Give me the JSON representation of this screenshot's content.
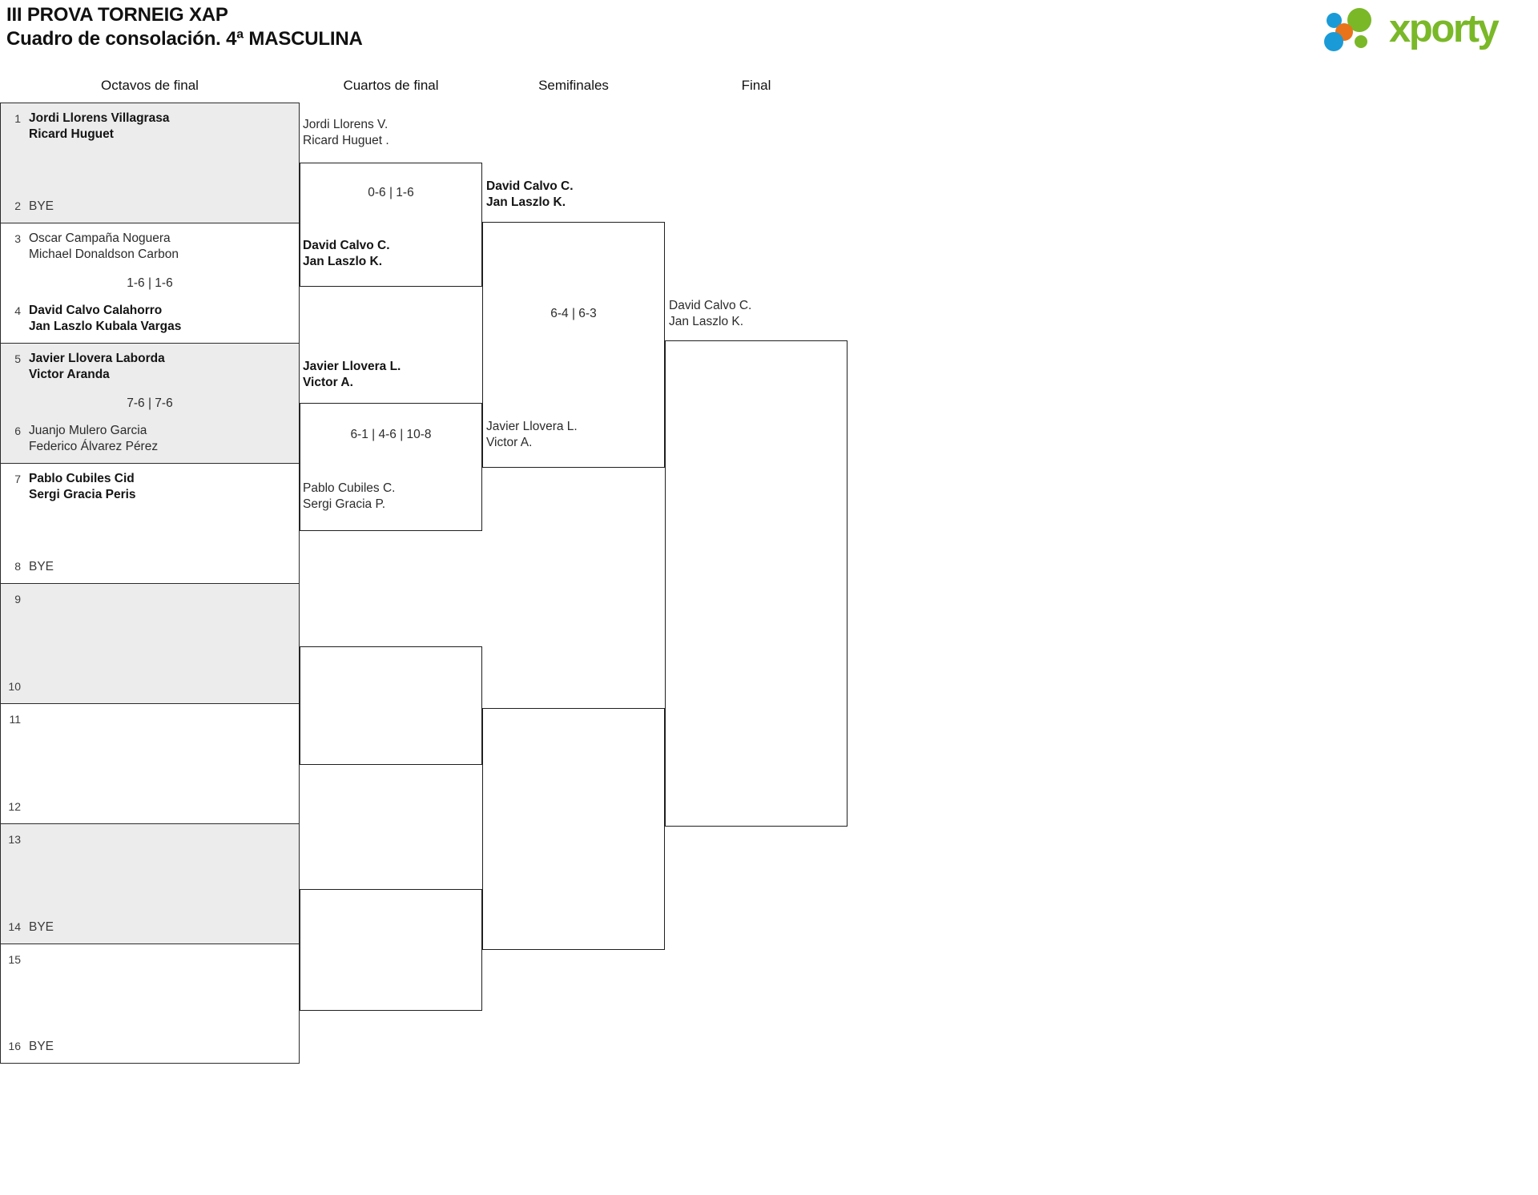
{
  "header": {
    "title_line1": "III PROVA TORNEIG XAP",
    "title_line2": "Cuadro de consolación. 4ª MASCULINA"
  },
  "logo": {
    "wordmark": "xporty",
    "colors": {
      "green": "#7ab828",
      "blue": "#1a9bd7",
      "orange": "#e8731a"
    }
  },
  "rounds": [
    {
      "label": "Octavos de final"
    },
    {
      "label": "Cuartos de final"
    },
    {
      "label": "Semifinales"
    },
    {
      "label": "Final"
    }
  ],
  "round1": {
    "pairs": [
      {
        "top": {
          "seed": "1",
          "line1": "Jordi Llorens Villagrasa",
          "line2": "Ricard Huguet",
          "winner": true
        },
        "bottom": {
          "seed": "2",
          "line1": "BYE",
          "line2": "",
          "winner": false
        },
        "score": ""
      },
      {
        "top": {
          "seed": "3",
          "line1": "Oscar Campaña Noguera",
          "line2": "Michael Donaldson Carbon",
          "winner": false
        },
        "bottom": {
          "seed": "4",
          "line1": "David Calvo Calahorro",
          "line2": "Jan Laszlo Kubala Vargas",
          "winner": true
        },
        "score": "1-6 | 1-6"
      },
      {
        "top": {
          "seed": "5",
          "line1": "Javier Llovera Laborda",
          "line2": "Victor Aranda",
          "winner": true
        },
        "bottom": {
          "seed": "6",
          "line1": "Juanjo Mulero Garcia",
          "line2": "Federico Álvarez Pérez",
          "winner": false
        },
        "score": "7-6 | 7-6"
      },
      {
        "top": {
          "seed": "7",
          "line1": "Pablo Cubiles Cid",
          "line2": "Sergi Gracia Peris",
          "winner": true
        },
        "bottom": {
          "seed": "8",
          "line1": "BYE",
          "line2": "",
          "winner": false
        },
        "score": ""
      },
      {
        "top": {
          "seed": "9",
          "line1": "",
          "line2": "",
          "winner": false
        },
        "bottom": {
          "seed": "10",
          "line1": "",
          "line2": "",
          "winner": false
        },
        "score": ""
      },
      {
        "top": {
          "seed": "11",
          "line1": "",
          "line2": "",
          "winner": false
        },
        "bottom": {
          "seed": "12",
          "line1": "",
          "line2": "",
          "winner": false
        },
        "score": ""
      },
      {
        "top": {
          "seed": "13",
          "line1": "",
          "line2": "",
          "winner": false
        },
        "bottom": {
          "seed": "14",
          "line1": "BYE",
          "line2": "",
          "winner": false
        },
        "score": ""
      },
      {
        "top": {
          "seed": "15",
          "line1": "",
          "line2": "",
          "winner": false
        },
        "bottom": {
          "seed": "16",
          "line1": "BYE",
          "line2": "",
          "winner": false
        },
        "score": ""
      }
    ]
  },
  "round2": {
    "matches": [
      {
        "top": {
          "line1": "Jordi Llorens V.",
          "line2": "Ricard Huguet .",
          "winner": false
        },
        "bottom": {
          "line1": "David Calvo C.",
          "line2": "Jan Laszlo K.",
          "winner": true
        },
        "score": "0-6 | 1-6"
      },
      {
        "top": {
          "line1": "Javier Llovera L.",
          "line2": "Victor A.",
          "winner": true
        },
        "bottom": {
          "line1": "Pablo Cubiles C.",
          "line2": "Sergi Gracia P.",
          "winner": false
        },
        "score": "6-1 | 4-6 | 10-8"
      },
      {
        "top": {
          "line1": "",
          "line2": "",
          "winner": false
        },
        "bottom": {
          "line1": "",
          "line2": "",
          "winner": false
        },
        "score": ""
      },
      {
        "top": {
          "line1": "",
          "line2": "",
          "winner": false
        },
        "bottom": {
          "line1": "",
          "line2": "",
          "winner": false
        },
        "score": ""
      }
    ]
  },
  "round3": {
    "matches": [
      {
        "top": {
          "line1": "David Calvo C.",
          "line2": "Jan Laszlo K.",
          "winner": true
        },
        "bottom": {
          "line1": "Javier Llovera L.",
          "line2": "Victor A.",
          "winner": false
        },
        "score": "6-4 | 6-3"
      },
      {
        "top": {
          "line1": "",
          "line2": "",
          "winner": false
        },
        "bottom": {
          "line1": "",
          "line2": "",
          "winner": false
        },
        "score": ""
      }
    ]
  },
  "round4": {
    "matches": [
      {
        "top": {
          "line1": "David Calvo C.",
          "line2": "Jan Laszlo K.",
          "winner": false
        },
        "bottom": {
          "line1": "",
          "line2": "",
          "winner": false
        },
        "score": ""
      }
    ]
  }
}
